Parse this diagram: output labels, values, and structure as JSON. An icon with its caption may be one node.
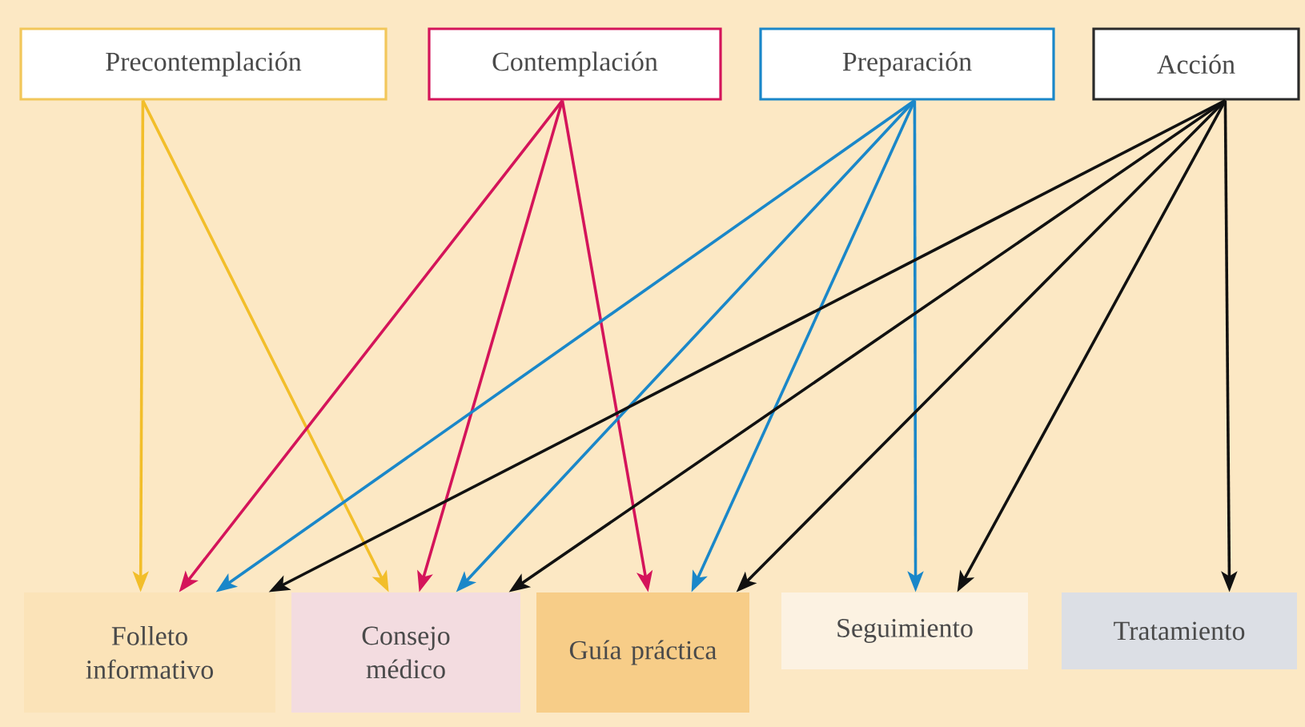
{
  "diagram": {
    "nodes": [
      {
        "text": [
          "Precontemplación"
        ]
      },
      {
        "text": [
          "Contemplación"
        ]
      },
      {
        "text": [
          "Preparación"
        ]
      },
      {
        "text": [
          "Acción"
        ]
      },
      {
        "text": [
          "Folleto informativo"
        ]
      },
      {
        "text": [
          "Consejo médico"
        ]
      },
      {
        "text": [
          "Guía práctica"
        ]
      },
      {
        "text": [
          "Seguimiento"
        ]
      },
      {
        "text": [
          "Tratamiento"
        ]
      }
    ],
    "edges": [
      {
        "from": 0,
        "to": 4,
        "arrow": "to",
        "color": "#f2be2a"
      },
      {
        "from": 0,
        "to": 5,
        "arrow": "to",
        "color": "#f2be2a"
      },
      {
        "from": 1,
        "to": 4,
        "arrow": "to",
        "color": "#d4145a"
      },
      {
        "from": 1,
        "to": 5,
        "arrow": "to",
        "color": "#d4145a"
      },
      {
        "from": 1,
        "to": 6,
        "arrow": "to",
        "color": "#d4145a"
      },
      {
        "from": 2,
        "to": 4,
        "arrow": "to",
        "color": "#1a87c9"
      },
      {
        "from": 2,
        "to": 5,
        "arrow": "to",
        "color": "#1a87c9"
      },
      {
        "from": 2,
        "to": 6,
        "arrow": "to",
        "color": "#1a87c9"
      },
      {
        "from": 2,
        "to": 7,
        "arrow": "to",
        "color": "#1a87c9"
      },
      {
        "from": 3,
        "to": 4,
        "arrow": "to"
      },
      {
        "from": 3,
        "to": 5,
        "arrow": "to"
      },
      {
        "from": 3,
        "to": 6,
        "arrow": "to"
      },
      {
        "from": 3,
        "to": 7,
        "arrow": "to"
      },
      {
        "from": 3,
        "to": 8,
        "arrow": "to"
      }
    ]
  }
}
